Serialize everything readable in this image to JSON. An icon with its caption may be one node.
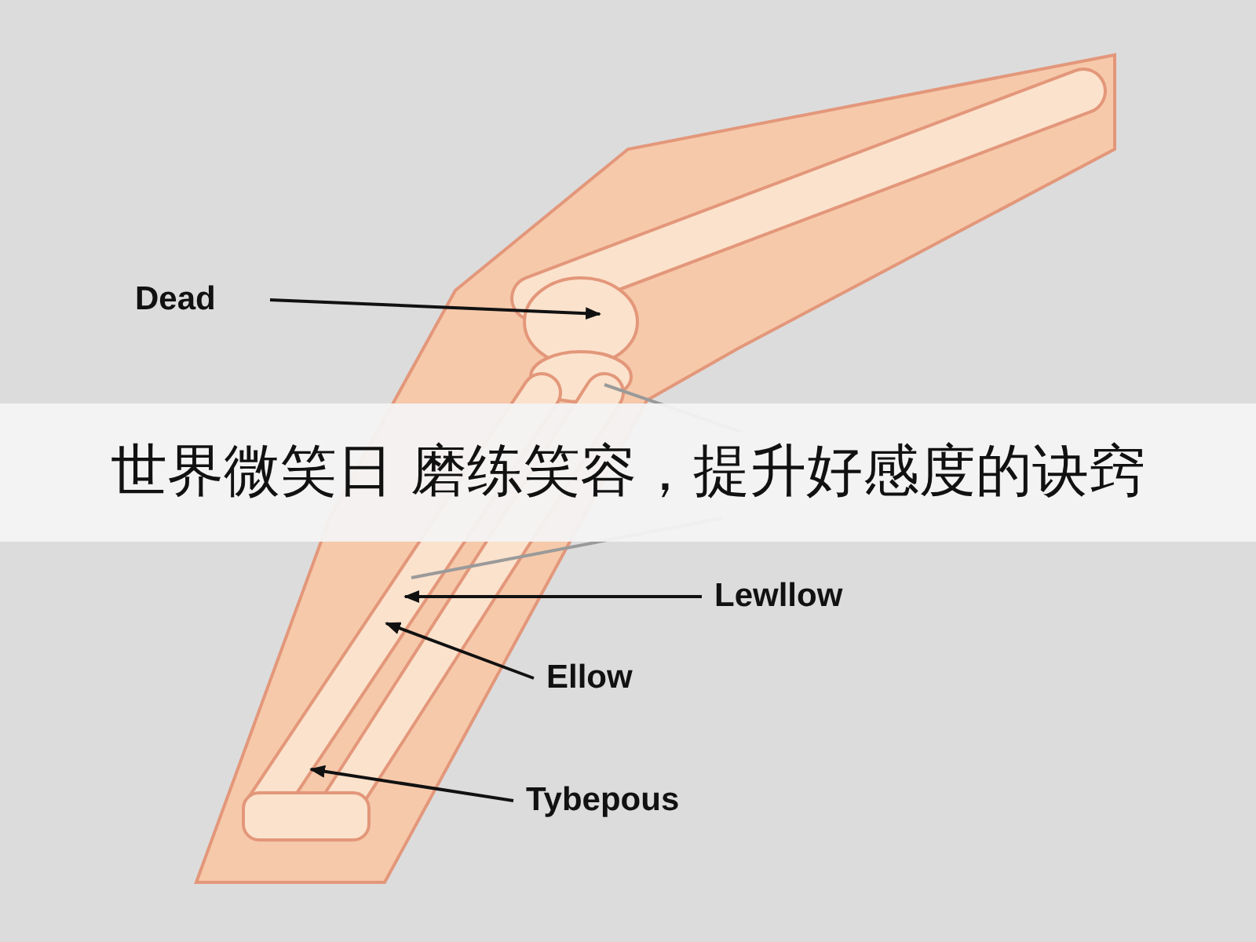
{
  "diagram": {
    "title": "世界微笑日 磨练笑容，提升好感度的诀窍",
    "nodes": [
      {
        "text": [
          "Dead"
        ]
      },
      {
        "text": [
          "Lewllow"
        ]
      },
      {
        "text": [
          "Ellow"
        ]
      },
      {
        "text": [
          "Tybepous"
        ]
      }
    ],
    "edges": [
      {
        "from": 0,
        "to": null,
        "arrow": "to"
      },
      {
        "from": 1,
        "to": null,
        "arrow": "to"
      },
      {
        "from": 2,
        "to": null,
        "arrow": "to"
      },
      {
        "from": 3,
        "to": null,
        "arrow": "to"
      }
    ]
  }
}
